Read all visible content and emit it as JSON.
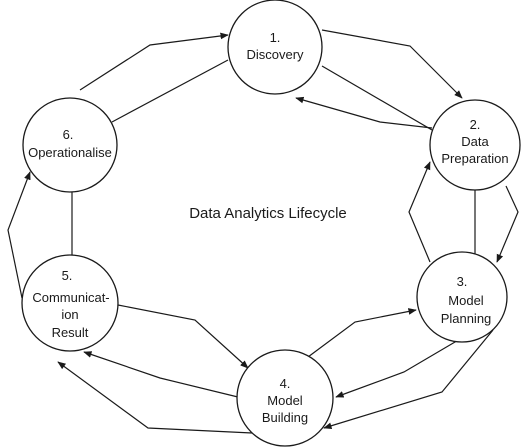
{
  "diagram": {
    "title": "Data Analytics Lifecycle",
    "nodes": [
      {
        "id": "discovery",
        "lines": [
          "1.",
          "Discovery"
        ]
      },
      {
        "id": "data-preparation",
        "lines": [
          "2.",
          "Data",
          "Preparation"
        ]
      },
      {
        "id": "model-planning",
        "lines": [
          "3.",
          "Model",
          "Planning"
        ]
      },
      {
        "id": "model-building",
        "lines": [
          "4.",
          "Model",
          "Building"
        ]
      },
      {
        "id": "communication-result",
        "lines": [
          "5.",
          "Communicat-",
          "ion",
          "Result"
        ]
      },
      {
        "id": "operationalise",
        "lines": [
          "6.",
          "Operationalise"
        ]
      }
    ],
    "colors": {
      "stroke": "#1a1a1a",
      "fill": "#ffffff",
      "text": "#1a1a1a"
    }
  }
}
